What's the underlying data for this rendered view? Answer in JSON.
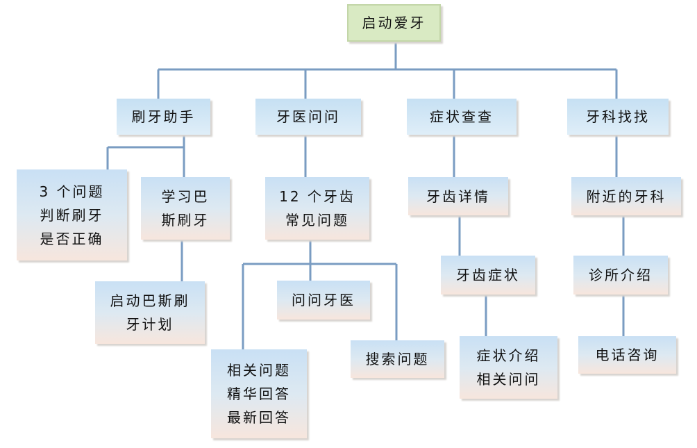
{
  "nodes": {
    "root": "启动爱牙",
    "brush_helper": "刷牙助手",
    "dentist_ask": "牙医问问",
    "symptom_check": "症状查查",
    "clinic_find": "牙科找找",
    "three_questions": "3 个问题\n判断刷牙\n是否正确",
    "learn_bass": "学习巴\n斯刷牙",
    "start_bass_plan": "启动巴斯刷\n牙计划",
    "twelve_faq": "12 个牙齿\n常见问题",
    "ask_dentist": "问问牙医",
    "related_questions": "相关问题\n精华回答\n最新回答",
    "search_questions": "搜索问题",
    "tooth_details": "牙齿详情",
    "tooth_symptoms": "牙齿症状",
    "symptom_intro": "症状介绍\n相关问问",
    "nearby_clinics": "附近的牙科",
    "clinic_intro": "诊所介绍",
    "phone_consult": "电话咨询"
  },
  "colors": {
    "connector": "#7a9cc2",
    "root_fill": "#d9eac3",
    "node_top": "#c9e0f4",
    "node_bottom": "#f7e6dd"
  }
}
